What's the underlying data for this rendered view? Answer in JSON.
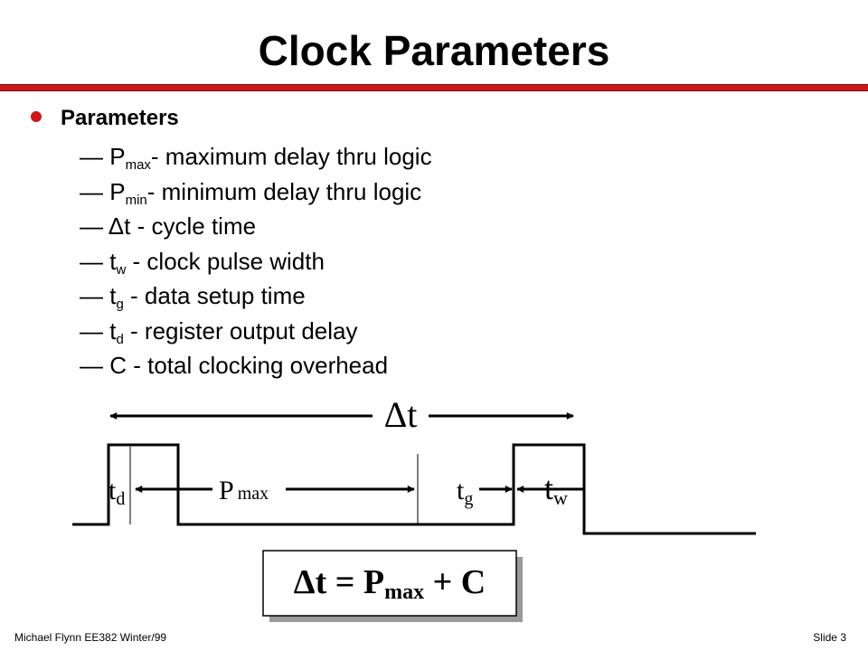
{
  "slide": {
    "title": "Clock Parameters",
    "bullet": "Parameters",
    "items": [
      {
        "dash": "—",
        "symbol": "P",
        "sub": "max",
        "desc": "- maximum delay thru logic"
      },
      {
        "dash": "—",
        "symbol": "P",
        "sub": "min",
        "desc": "- minimum delay thru logic"
      },
      {
        "dash": "—",
        "symbol": "Δt",
        "sub": "",
        "desc": " - cycle time"
      },
      {
        "dash": "—",
        "symbol": "t",
        "sub": "w",
        "desc": " - clock pulse width"
      },
      {
        "dash": "—",
        "symbol": "t",
        "sub": "g",
        "desc": " - data setup time"
      },
      {
        "dash": "—",
        "symbol": "t",
        "sub": "d",
        "desc": " - register output delay"
      },
      {
        "dash": "—",
        "symbol": "C",
        "sub": "",
        "desc": " - total clocking overhead"
      }
    ]
  },
  "diagram": {
    "delta_t": "Δt",
    "td": {
      "base": "t",
      "sub": "d"
    },
    "pmax": {
      "base": "P",
      "sub": "max"
    },
    "tg": {
      "base": "t",
      "sub": "g"
    },
    "tw": {
      "base": "t",
      "sub": "w"
    },
    "equation": {
      "lhs": "Δt = P",
      "sub": "max",
      "rhs": " + C"
    }
  },
  "footer": {
    "left": "Michael Flynn EE382 Winter/99",
    "right": "Slide 3"
  },
  "colors": {
    "accent": "#d51515",
    "box_shadow": "#9a9a9a"
  }
}
